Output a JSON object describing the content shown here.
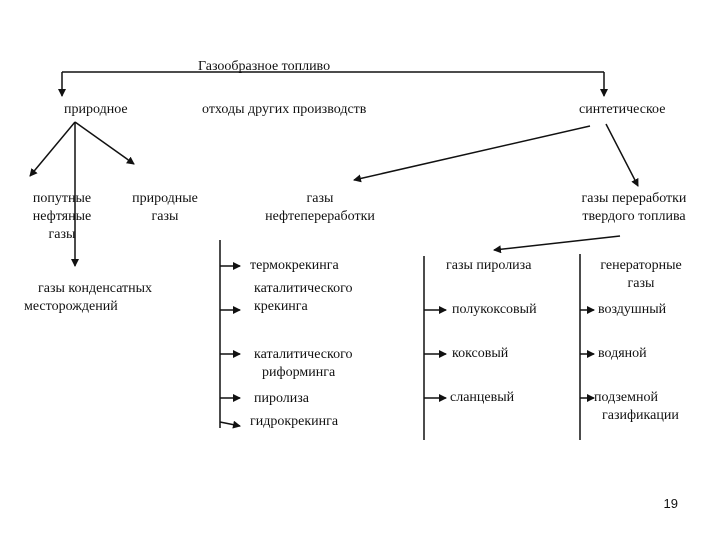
{
  "diagram": {
    "root": "Газообразное топливо",
    "level1": {
      "natural": "природное",
      "waste": "отходы других производств",
      "synthetic": "синтетическое"
    },
    "natural_branch": {
      "associated": [
        "попутные",
        "нефтяные",
        "газы"
      ],
      "natural_gases": [
        "природные",
        "газы"
      ],
      "condensate": [
        "газы конденсатных",
        "месторождений"
      ]
    },
    "refinery_branch": {
      "title": [
        "газы",
        "нефтепереработки"
      ],
      "items": [
        [
          "термокрекинга"
        ],
        [
          "каталитического",
          "крекинга"
        ],
        [
          "каталитического",
          "риформинга"
        ],
        [
          "пиролиза"
        ],
        [
          "гидрокрекинга"
        ]
      ]
    },
    "solid_fuel_branch": {
      "title": [
        "газы переработки",
        "твердого топлива"
      ],
      "pyrolysis": {
        "title": "газы пиролиза",
        "items": [
          "полукоксовый",
          "коксовый",
          "сланцевый"
        ]
      },
      "generator": {
        "title": [
          "генераторные",
          "газы"
        ],
        "items": [
          [
            "воздушный"
          ],
          [
            "водяной"
          ],
          [
            "подземной",
            "газификации"
          ]
        ]
      }
    }
  },
  "page_number": "19"
}
